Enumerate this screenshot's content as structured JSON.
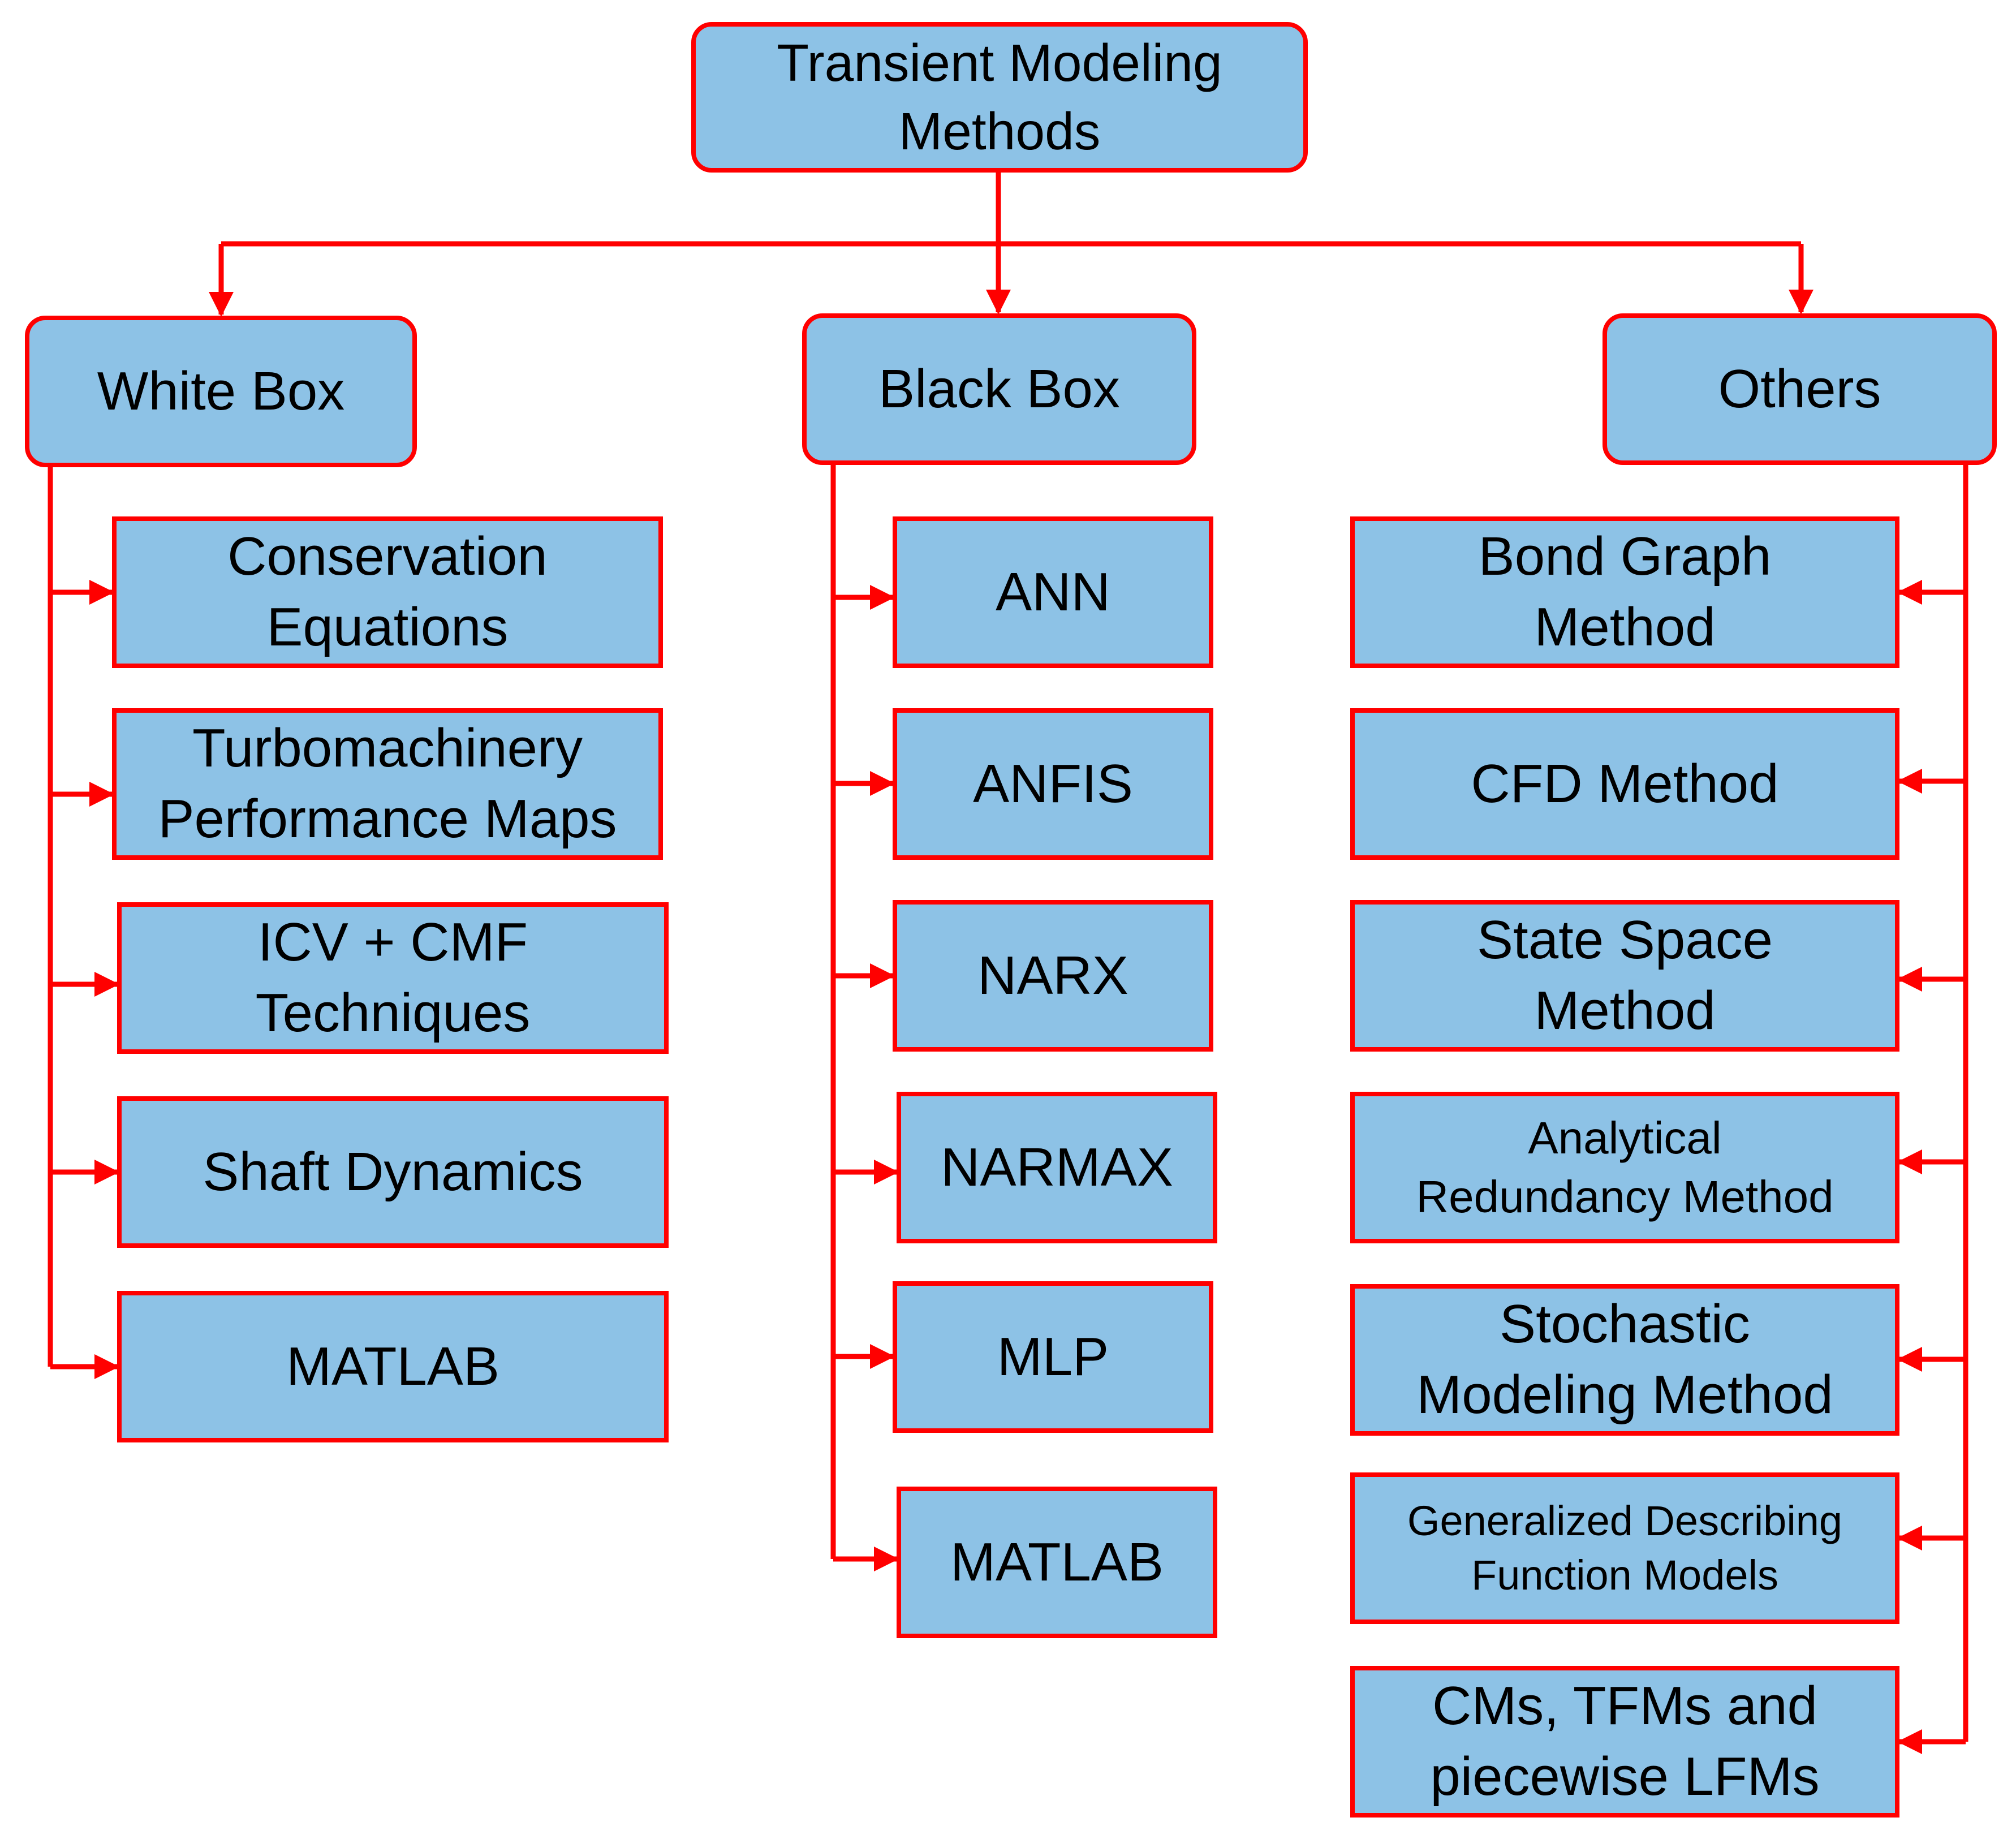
{
  "diagram": {
    "colors": {
      "box_fill": "#8dc2e6",
      "box_border": "#ff0000",
      "connector": "#ff0000",
      "text": "#000000"
    },
    "root": {
      "label": "Transient Modeling\nMethods"
    },
    "categories": {
      "white_box": {
        "label": "White Box",
        "items": [
          "Conservation\nEquations",
          "Turbomachinery\nPerformance Maps",
          "ICV + CMF\nTechniques",
          "Shaft Dynamics",
          "MATLAB"
        ]
      },
      "black_box": {
        "label": "Black Box",
        "items": [
          "ANN",
          "ANFIS",
          "NARX",
          "NARMAX",
          "MLP",
          "MATLAB"
        ]
      },
      "others": {
        "label": "Others",
        "items": [
          "Bond Graph\nMethod",
          "CFD Method",
          "State Space\nMethod",
          "Analytical\nRedundancy Method",
          "Stochastic\nModeling Method",
          "Generalized Describing\nFunction Models",
          "CMs, TFMs and\npiecewise LFMs"
        ]
      }
    }
  }
}
